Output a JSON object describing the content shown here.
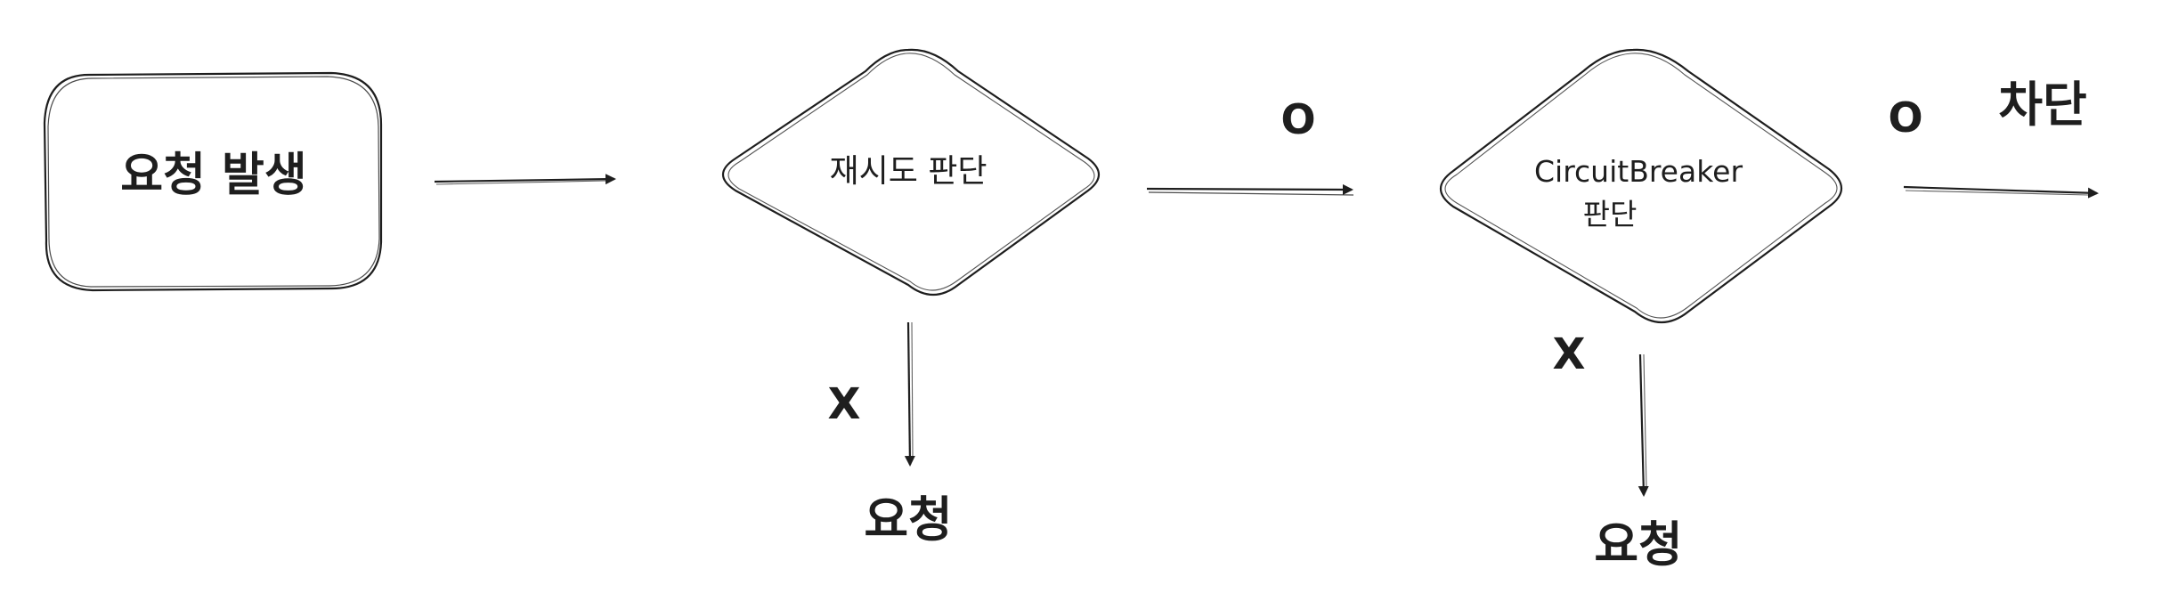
{
  "nodes": {
    "start": {
      "label": "요청 발생"
    },
    "retry_decision": {
      "label": "재시도 판단"
    },
    "cb_decision": {
      "label_line1": "CircuitBreaker",
      "label_line2": "판단"
    },
    "retry_no_result": {
      "label": "요청"
    },
    "cb_no_result": {
      "label": "요청"
    },
    "cb_yes_result": {
      "label": "차단"
    }
  },
  "edge_labels": {
    "retry_yes": "O",
    "retry_no": "X",
    "cb_yes": "O",
    "cb_no": "X"
  },
  "colors": {
    "stroke": "#1e1e1e",
    "background": "#ffffff"
  }
}
